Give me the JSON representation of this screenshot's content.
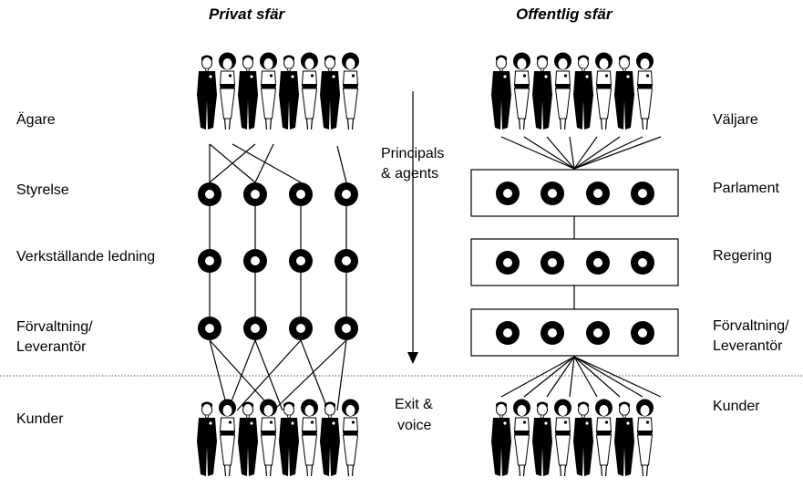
{
  "headings": {
    "private": "Privat sfär",
    "public": "Offentlig sfär"
  },
  "left_labels": {
    "owners": "Ägare",
    "board": "Styrelse",
    "management": "Verkställande ledning",
    "admin_line1": "Förvaltning/",
    "admin_line2": "Leverantör",
    "customers": "Kunder"
  },
  "right_labels": {
    "voters": "Väljare",
    "parliament": "Parlament",
    "government": "Regering",
    "admin_line1": "Förvaltning/",
    "admin_line2": "Leverantör",
    "customers": "Kunder"
  },
  "center_labels": {
    "principals_line1": "Principals",
    "principals_line2": "& agents",
    "exit_line1": "Exit &",
    "exit_line2": "voice"
  },
  "colors": {
    "ink": "#000000",
    "divider": "#555555",
    "background": "#ffffff"
  }
}
